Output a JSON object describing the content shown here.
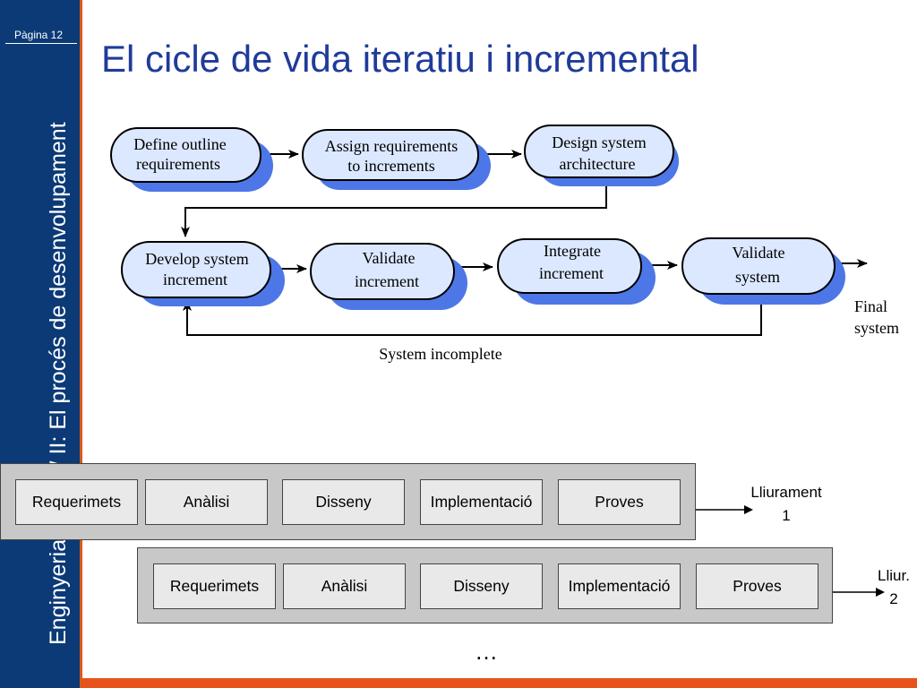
{
  "slide": {
    "page_label": "Pàgina 12",
    "side_title": "Enginyeria del SW II: El procés de desenvolupament",
    "title": "El cicle de vida iteratiu i incremental"
  },
  "process": {
    "steps": [
      [
        "Define outline",
        "requirements"
      ],
      [
        "Assign requirements",
        "to increments"
      ],
      [
        "Design system",
        "architecture"
      ],
      [
        "Develop system",
        "increment"
      ],
      [
        "Validate",
        "increment"
      ],
      [
        "Integrate",
        "increment"
      ],
      [
        "Validate",
        "system"
      ]
    ],
    "loop_label": "System incomplete",
    "final_label": [
      "Final",
      "system"
    ]
  },
  "iterations": [
    {
      "phases": [
        "Requerimets",
        "Anàlisi",
        "Disseny",
        "Implementació",
        "Proves"
      ],
      "delivery": [
        "Lliurament",
        "1"
      ]
    },
    {
      "phases": [
        "Requerimets",
        "Anàlisi",
        "Disseny",
        "Implementació",
        "Proves"
      ],
      "delivery": [
        "Lliur.",
        "2"
      ]
    }
  ],
  "continuation": "…"
}
